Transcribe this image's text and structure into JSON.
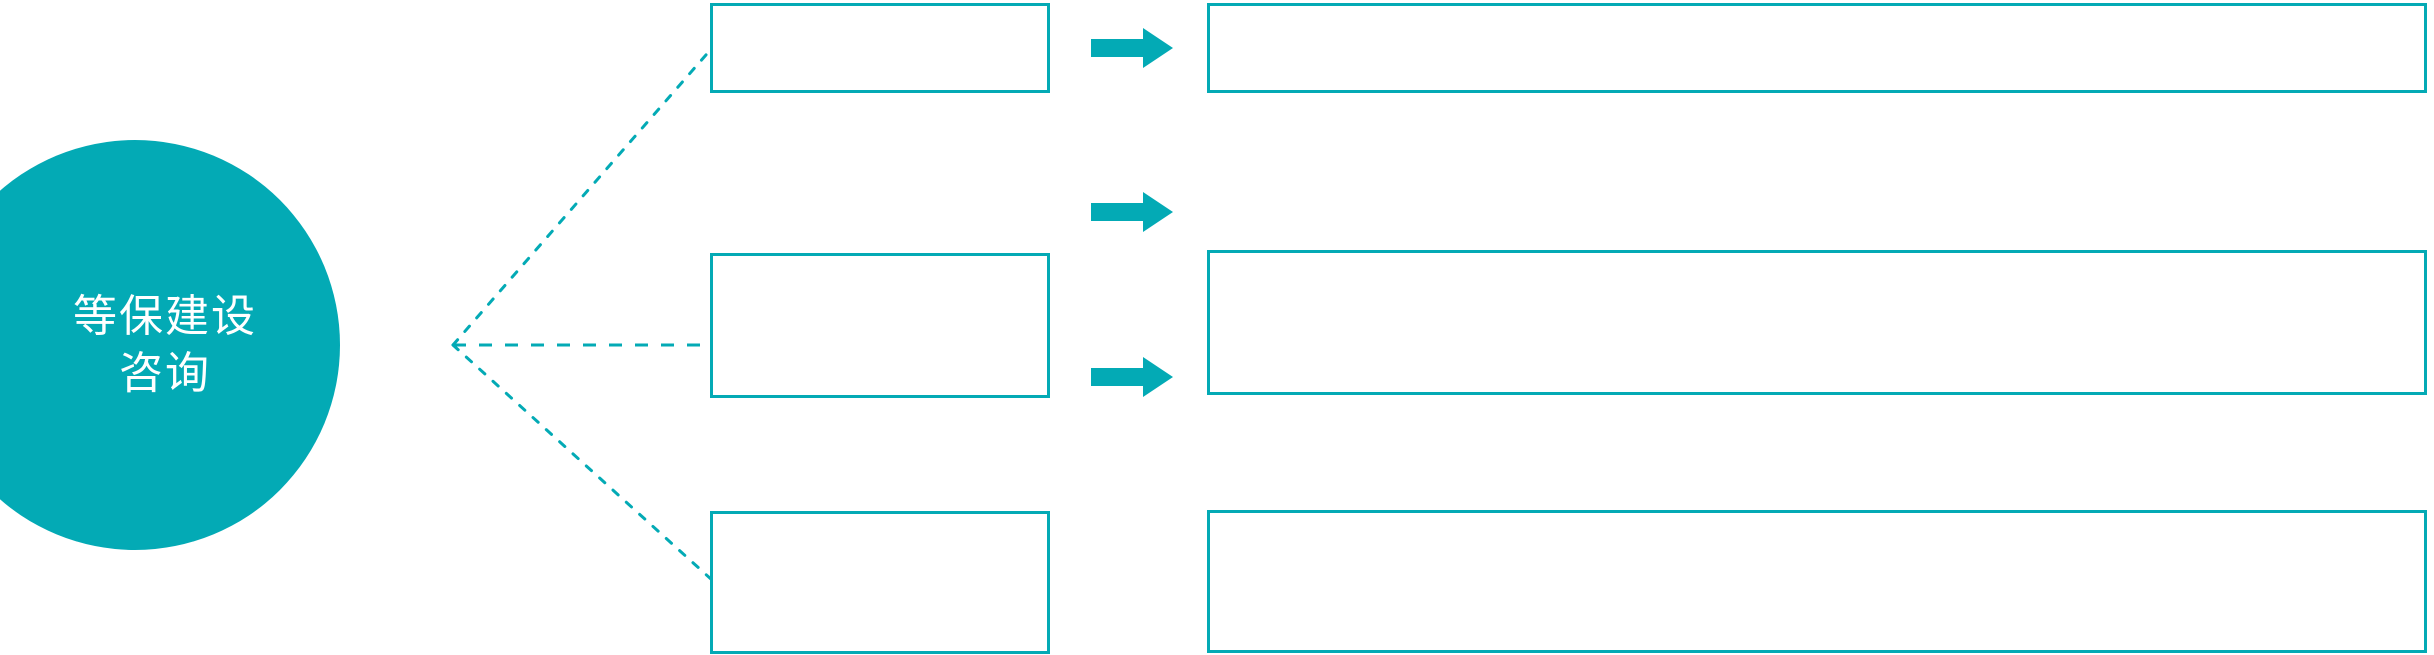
{
  "diagram": {
    "title": "",
    "accent_color": "#03AAB5",
    "background_color": "#FFFFFF",
    "hub": {
      "label": "等保建设\n咨询",
      "shape": "circle",
      "fill": "#03AAB5",
      "text_color": "#FFFFFF"
    },
    "connector": {
      "style": "dotted",
      "color": "#03AAB5",
      "branches": 3
    },
    "arrow": {
      "icon": "right-arrow-icon",
      "color": "#03AAB5",
      "count": 3
    },
    "rows": [
      {
        "id": "row-1",
        "stage_label": "",
        "detail_label": ""
      },
      {
        "id": "row-2",
        "stage_label": "",
        "detail_label": ""
      },
      {
        "id": "row-3",
        "stage_label": "",
        "detail_label": ""
      }
    ]
  }
}
